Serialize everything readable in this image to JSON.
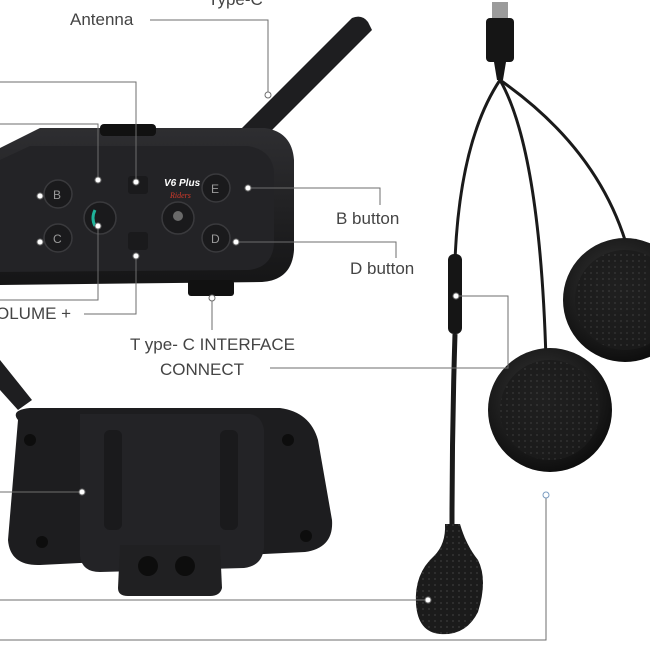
{
  "labels": {
    "top_cut": "Type-C",
    "antenna": "Antenna",
    "b_button": "B button",
    "d_button": "D button",
    "volume_plus": "OLUME +",
    "typec_interface_line1": "T ype- C INTERFACE",
    "typec_interface_line2": "CONNECT"
  },
  "device": {
    "brand_line1": "V6 Plus",
    "brand_line2": "Riders",
    "button_letters": [
      "B",
      "C",
      "E",
      "D"
    ]
  },
  "colors": {
    "device_body": "#1c1c1e",
    "device_face": "#2a2a2d",
    "leader_line": "#6e6e6e",
    "label_text": "#444444",
    "brand_red": "#d23a2a"
  }
}
